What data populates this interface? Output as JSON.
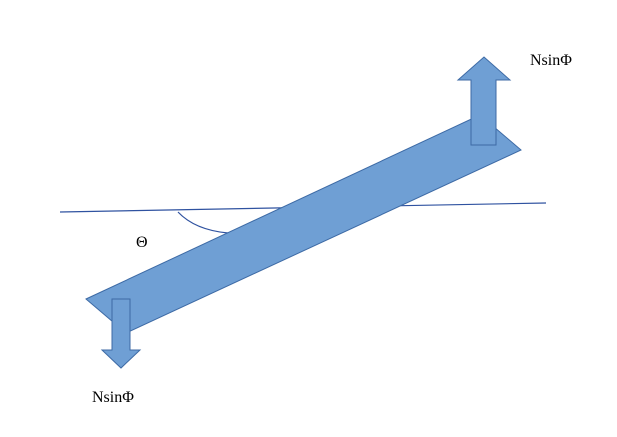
{
  "labels": {
    "top_force": "NsinΦ",
    "bottom_force": "NsinΦ",
    "angle": "Θ"
  },
  "colors": {
    "bar_fill": "#6f9fd4",
    "bar_stroke": "#3d6aa5",
    "line": "#2f52a0",
    "background": "#ffffff"
  }
}
